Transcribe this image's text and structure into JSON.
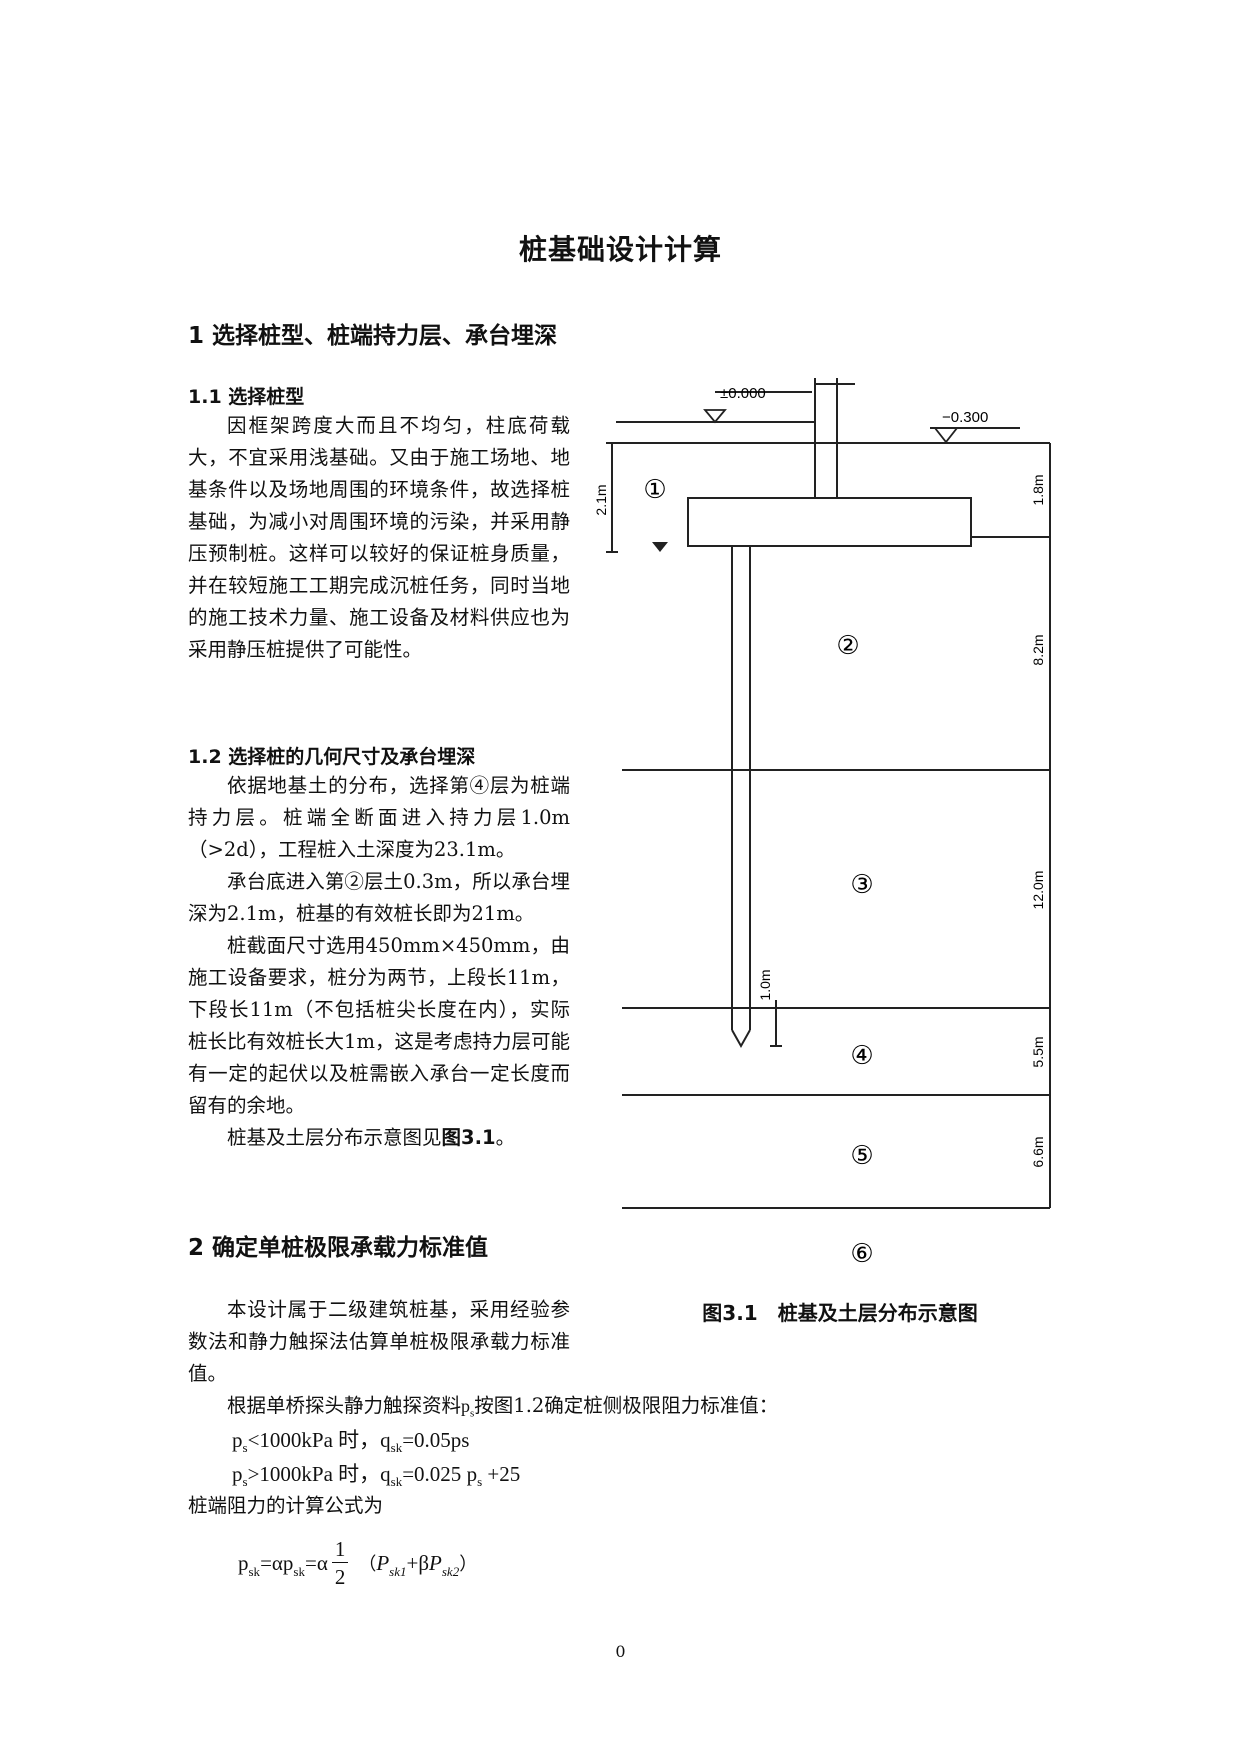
{
  "title": "桩基础设计计算",
  "section1": {
    "heading": "1 选择桩型、桩端持力层、承台埋深",
    "sub1": {
      "heading": "1.1 选择桩型",
      "para": "因框架跨度大而且不均匀，柱底荷载大，不宜采用浅基础。又由于施工场地、地基条件以及场地周围的环境条件，故选择桩基础，为减小对周围环境的污染，并采用静压预制桩。这样可以较好的保证桩身质量，并在较短施工工期完成沉桩任务，同时当地的施工技术力量、施工设备及材料供应也为采用静压桩提供了可能性。"
    },
    "sub2": {
      "heading": "1.2 选择桩的几何尺寸及承台埋深",
      "p1": "依据地基土的分布，选择第④层为桩端持力层。桩端全断面进入持力层1.0m（>2d），工程桩入土深度为23.1m。",
      "p2": "承台底进入第②层土0.3m，所以承台埋深为2.1m，桩基的有效桩长即为21m。",
      "p3": "桩截面尺寸选用450mm×450mm，由施工设备要求，桩分为两节，上段长11m，下段长11m（不包括桩尖长度在内），实际桩长比有效桩长大1m，这是考虑持力层可能有一定的起伏以及桩需嵌入承台一定长度而留有的余地。",
      "p4_text": "桩基及土层分布示意图见",
      "p4_ref": "图3.1",
      "p4_end": "。"
    }
  },
  "section2": {
    "heading": "2 确定单桩极限承载力标准值",
    "p1": "本设计属于二级建筑桩基，采用经验参数法和静力触探法估算单桩极限承载力标准值。",
    "p2_a": "根据单桥探头静力触探资料",
    "p2_b": "按图1.2确定桩侧极限阻力标准值：",
    "f1_cond": "<1000kPa 时，",
    "f1_eq": "=0.05ps",
    "f2_cond": ">1000kPa 时，",
    "f2_eq": "=0.025",
    "f2_tail": "+25",
    "p3": "桩端阻力的计算公式为",
    "f3_lhs": "=αp",
    "f3_mid": "=α",
    "f3_num": "1",
    "f3_den": "2",
    "f3_open": "（",
    "f3_plus": "+β",
    "f3_close": "）",
    "sym_p": "p",
    "sym_q": "q",
    "sym_P": "P",
    "sub_s": "s",
    "sub_sk": "sk",
    "sub_sk1": "sk1",
    "sub_sk2": "sk2"
  },
  "figure": {
    "caption": "图3.1　桩基及土层分布示意图",
    "elev_top": "±0.000",
    "elev_ground": "−0.300",
    "dim_left": "2.1m",
    "depths": [
      "1.8m",
      "8.2m",
      "12.0m",
      "5.5m",
      "6.6m"
    ],
    "pile_tip_dim": "1.0m",
    "layers": [
      "①",
      "②",
      "③",
      "④",
      "⑤",
      "⑥"
    ]
  },
  "page_number": "0"
}
